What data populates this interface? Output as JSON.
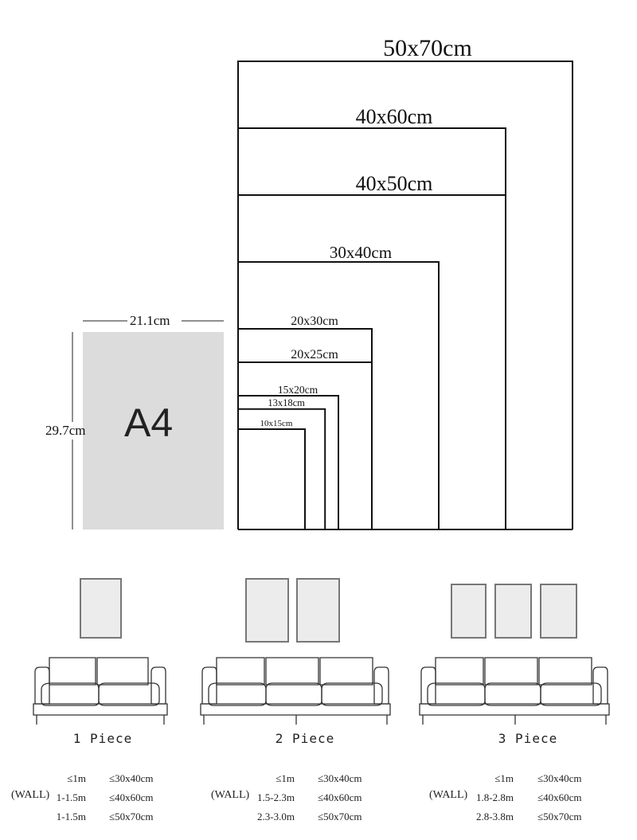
{
  "chart_data": {
    "type": "diagram",
    "sizes": [
      {
        "label": "50x70cm",
        "w": 50,
        "h": 70
      },
      {
        "label": "40x60cm",
        "w": 40,
        "h": 60
      },
      {
        "label": "40x50cm",
        "w": 40,
        "h": 50
      },
      {
        "label": "30x40cm",
        "w": 30,
        "h": 40
      },
      {
        "label": "20x30cm",
        "w": 20,
        "h": 30
      },
      {
        "label": "20x25cm",
        "w": 20,
        "h": 25
      },
      {
        "label": "15x20cm",
        "w": 15,
        "h": 20
      },
      {
        "label": "13x18cm",
        "w": 13,
        "h": 18
      },
      {
        "label": "10x15cm",
        "w": 10,
        "h": 15
      }
    ],
    "a4": {
      "label": "A4",
      "width_label": "21.1cm",
      "height_label": "29.7cm"
    }
  },
  "columns": [
    {
      "piece": "1 Piece",
      "frames": 1,
      "wall_label": "(WALL)",
      "rows": [
        {
          "wall": "≤1m",
          "size": "≤30x40cm"
        },
        {
          "wall": "1-1.5m",
          "size": "≤40x60cm"
        },
        {
          "wall": "1-1.5m",
          "size": "≤50x70cm"
        }
      ]
    },
    {
      "piece": "2 Piece",
      "frames": 2,
      "wall_label": "(WALL)",
      "rows": [
        {
          "wall": "≤1m",
          "size": "≤30x40cm"
        },
        {
          "wall": "1.5-2.3m",
          "size": "≤40x60cm"
        },
        {
          "wall": "2.3-3.0m",
          "size": "≤50x70cm"
        }
      ]
    },
    {
      "piece": "3 Piece",
      "frames": 3,
      "wall_label": "(WALL)",
      "rows": [
        {
          "wall": "≤1m",
          "size": "≤30x40cm"
        },
        {
          "wall": "1.8-2.8m",
          "size": "≤40x60cm"
        },
        {
          "wall": "2.8-3.8m",
          "size": "≤50x70cm"
        }
      ]
    }
  ]
}
